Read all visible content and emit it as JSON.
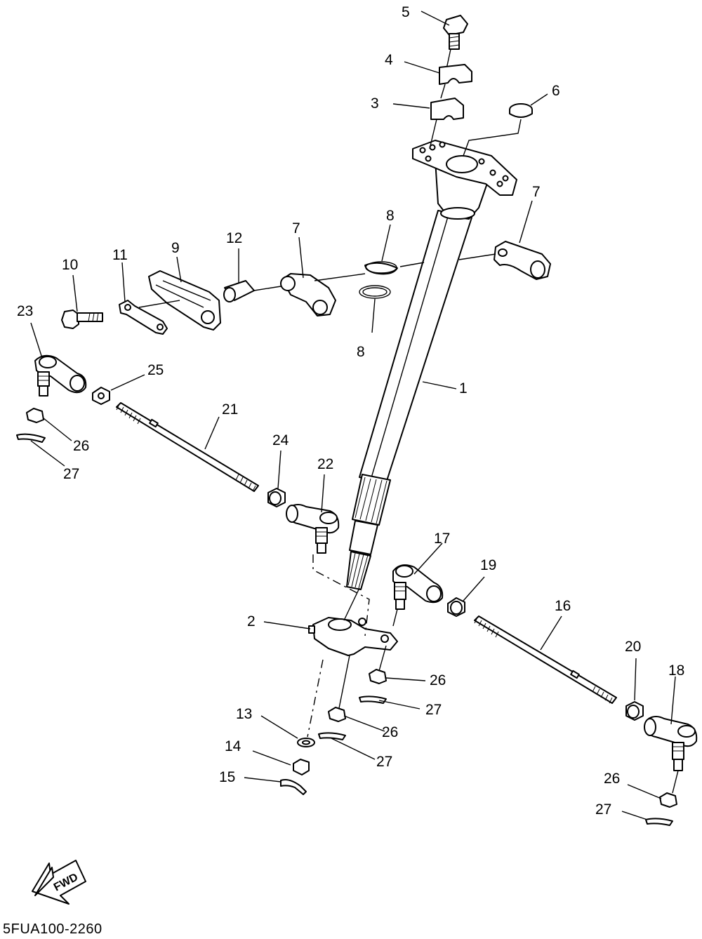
{
  "diagram": {
    "drawing_code": "5FUA100-2260",
    "direction_badge": "FWD",
    "callouts": [
      "1",
      "2",
      "3",
      "4",
      "5",
      "6",
      "7",
      "8",
      "9",
      "10",
      "11",
      "12",
      "13",
      "14",
      "15",
      "16",
      "17",
      "18",
      "19",
      "20",
      "21",
      "22",
      "23",
      "24",
      "25",
      "26",
      "27"
    ]
  }
}
